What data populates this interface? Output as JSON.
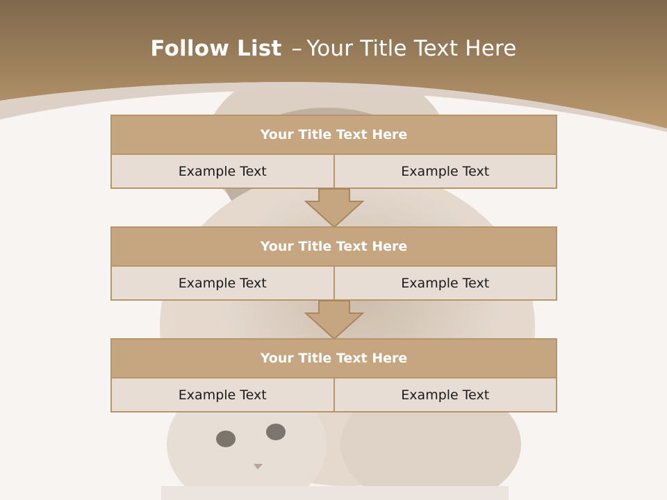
{
  "slide": {
    "title_bold": "Follow List",
    "title_sep": "–",
    "title_rest": "Your Title Text Here"
  },
  "colors": {
    "header_band": "#a0845f",
    "header_light": "#b8966c",
    "block_fill": "#c6a680",
    "block_border": "#b8946a",
    "cell_fill": "#e8ddd5",
    "background": "#f8f4f2"
  },
  "blocks": [
    {
      "title": "Your Title Text Here",
      "cells": [
        "Example Text",
        "Example Text"
      ]
    },
    {
      "title": "Your Title Text Here",
      "cells": [
        "Example Text",
        "Example Text"
      ]
    },
    {
      "title": "Your Title Text Here",
      "cells": [
        "Example Text",
        "Example Text"
      ]
    }
  ],
  "background_image": "faded-puppy-and-kitten-photo"
}
